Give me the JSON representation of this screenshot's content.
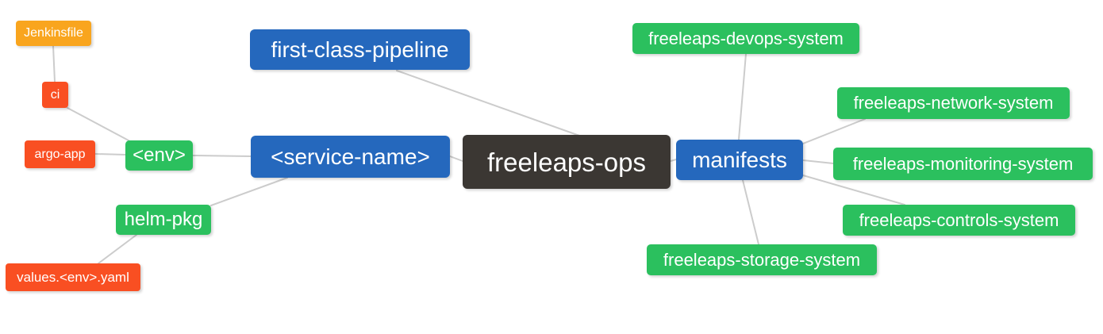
{
  "palette": {
    "canvas_bg": "#ffffff",
    "root_bg": "#3b3733",
    "branch_bg": "#2568bd",
    "leaf_green_bg": "#2bc05e",
    "leaf_red_bg": "#f94f22",
    "leaf_amber_bg": "#f9a51e",
    "edge_color": "#cccccc",
    "text_color": "#ffffff"
  },
  "nodes": {
    "root": {
      "label": "freeleaps-ops"
    },
    "pipeline": {
      "label": "first-class-pipeline"
    },
    "service": {
      "label": "<service-name>"
    },
    "manifests": {
      "label": "manifests"
    },
    "env": {
      "label": "<env>"
    },
    "helm_pkg": {
      "label": "helm-pkg"
    },
    "jenkinsfile": {
      "label": "Jenkinsfile"
    },
    "ci": {
      "label": "ci"
    },
    "argo_app": {
      "label": "argo-app"
    },
    "values_yaml": {
      "label": "values.<env>.yaml"
    },
    "devops": {
      "label": "freeleaps-devops-system"
    },
    "network": {
      "label": "freeleaps-network-system"
    },
    "monitoring": {
      "label": "freeleaps-monitoring-system"
    },
    "controls": {
      "label": "freeleaps-controls-system"
    },
    "storage": {
      "label": "freeleaps-storage-system"
    }
  },
  "edges": [
    [
      "jenkinsfile",
      "ci"
    ],
    [
      "ci",
      "env"
    ],
    [
      "argo_app",
      "env"
    ],
    [
      "env",
      "service"
    ],
    [
      "helm_pkg",
      "service"
    ],
    [
      "values_yaml",
      "helm_pkg"
    ],
    [
      "pipeline",
      "root"
    ],
    [
      "service",
      "root"
    ],
    [
      "root",
      "manifests"
    ],
    [
      "manifests",
      "devops"
    ],
    [
      "manifests",
      "network"
    ],
    [
      "manifests",
      "monitoring"
    ],
    [
      "manifests",
      "controls"
    ],
    [
      "manifests",
      "storage"
    ]
  ]
}
